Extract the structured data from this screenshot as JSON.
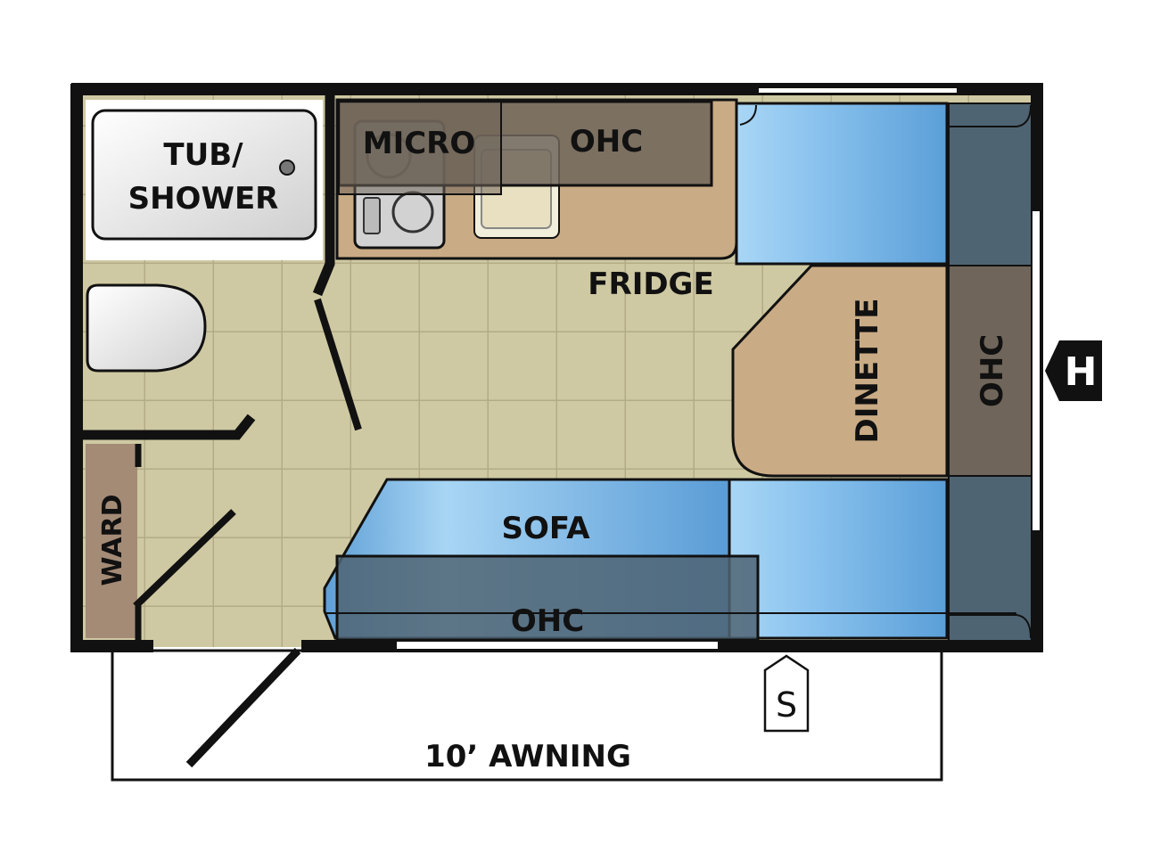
{
  "labels": {
    "tub_shower_line1": "TUB/",
    "tub_shower_line2": "SHOWER",
    "micro": "MICRO",
    "ohc_kitchen": "OHC",
    "fridge": "FRIDGE",
    "dinette": "DINETTE",
    "ohc_front": "OHC",
    "sofa": "SOFA",
    "ohc_sofa": "OHC",
    "ward": "WARD",
    "awning": "10’ AWNING",
    "hitch_marker": "H",
    "service_marker": "S"
  },
  "colors": {
    "wall": "#111111",
    "floor_tile": "#cfc9a3",
    "tile_grid": "#b3ab86",
    "counter": "#c9ab85",
    "cabinet": "#7a6f63",
    "cushion_light": "#a9d6f5",
    "cushion_dark": "#5a9ed6",
    "ohc_overlay": "#4f6473",
    "ward": "#a48b76",
    "fixture": "#e6e6e6"
  }
}
